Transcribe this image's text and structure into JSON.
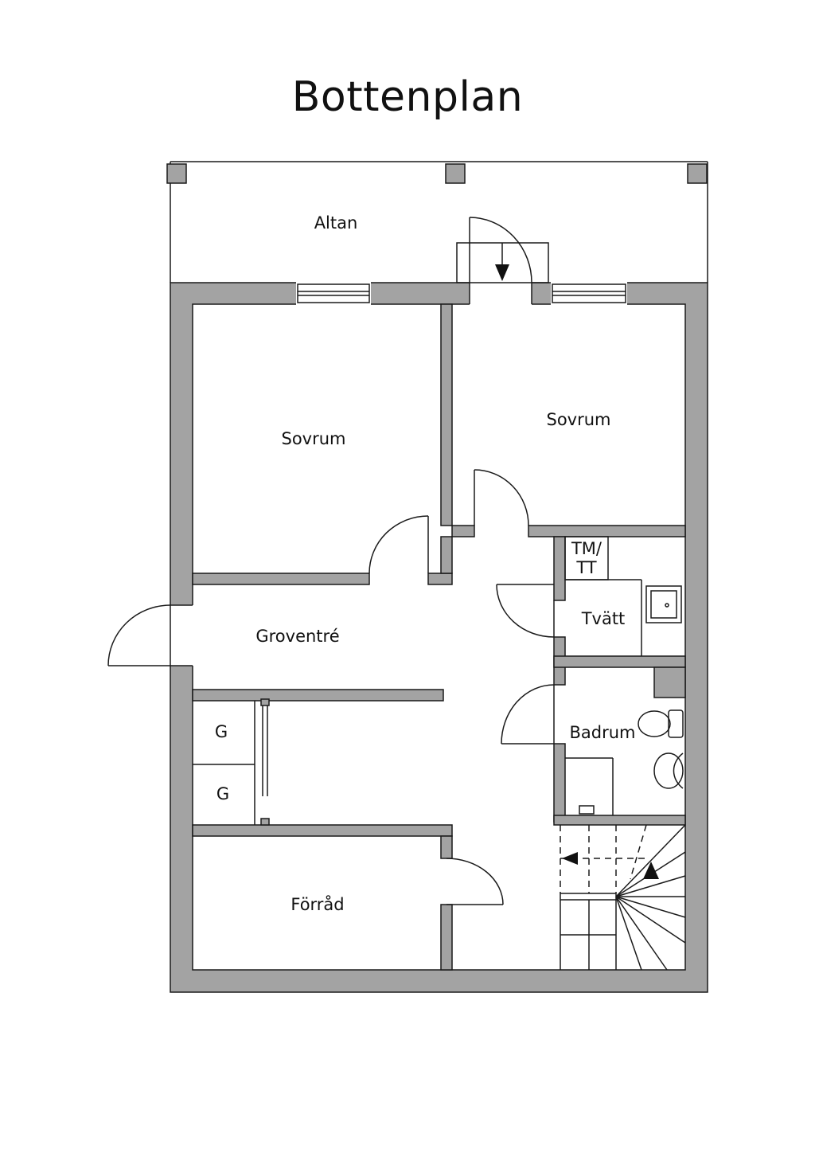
{
  "title": "Bottenplan",
  "rooms": {
    "altan": "Altan",
    "sovrum_left": "Sovrum",
    "sovrum_right": "Sovrum",
    "groventre": "Groventré",
    "tvatt": "Tvätt",
    "tm_tt_line1": "TM/",
    "tm_tt_line2": "TT",
    "badrum": "Badrum",
    "garderob_1": "G",
    "garderob_2": "G",
    "forrad": "Förråd"
  },
  "colors": {
    "wall": "#a3a3a3",
    "line": "#1a1a1a",
    "background": "#ffffff"
  }
}
